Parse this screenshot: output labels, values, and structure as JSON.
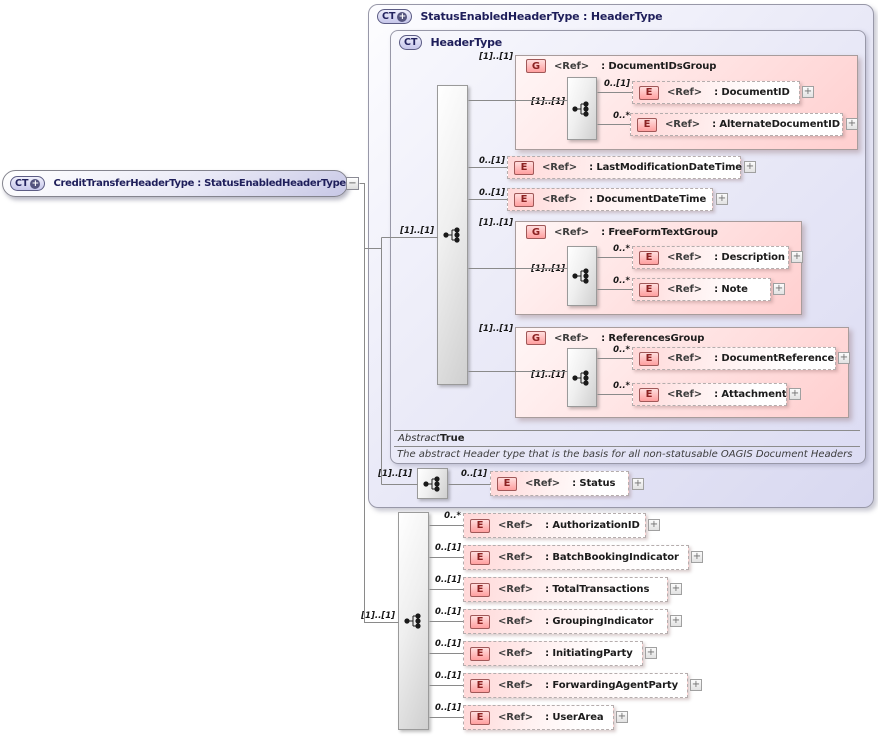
{
  "root": {
    "badge": "CT",
    "plus": "+",
    "title": "CreditTransferHeaderType : StatusEnabledHeaderType",
    "collapse": "−"
  },
  "base": {
    "badge": "CT",
    "plus": "+",
    "title": "StatusEnabledHeaderType : HeaderType",
    "header_type": {
      "badge": "CT",
      "title": "HeaderType",
      "cardinality": "[1]..[1]",
      "abstract_label": "Abstract",
      "abstract_value": "True",
      "note": "The abstract Header type that is the basis for all non-statusable OAGIS Document Headers"
    },
    "status": {
      "cardinality": "[1]..[1]",
      "occurs": "0..[1]",
      "badge": "E",
      "ref": "<Ref>",
      "name": ": Status",
      "expand": "+"
    }
  },
  "groups": {
    "document_ids": {
      "occurs": "[1]..[1]",
      "badge": "G",
      "ref": "<Ref>",
      "name": ": DocumentIDsGroup",
      "cardinality": "[1]..[1]",
      "children": [
        {
          "occurs": "0..[1]",
          "badge": "E",
          "ref": "<Ref>",
          "name": ": DocumentID",
          "expand": "+"
        },
        {
          "occurs": "0..*",
          "badge": "E",
          "ref": "<Ref>",
          "name": ": AlternateDocumentID",
          "expand": "+"
        }
      ]
    },
    "free_form_text": {
      "occurs": "[1]..[1]",
      "badge": "G",
      "ref": "<Ref>",
      "name": ": FreeFormTextGroup",
      "cardinality": "[1]..[1]",
      "children": [
        {
          "occurs": "0..*",
          "badge": "E",
          "ref": "<Ref>",
          "name": ": Description",
          "expand": "+"
        },
        {
          "occurs": "0..*",
          "badge": "E",
          "ref": "<Ref>",
          "name": ": Note",
          "expand": "+"
        }
      ]
    },
    "references": {
      "occurs": "[1]..[1]",
      "badge": "G",
      "ref": "<Ref>",
      "name": ": ReferencesGroup",
      "cardinality": "[1]..[1]",
      "children": [
        {
          "occurs": "0..*",
          "badge": "E",
          "ref": "<Ref>",
          "name": ": DocumentReference",
          "expand": "+"
        },
        {
          "occurs": "0..*",
          "badge": "E",
          "ref": "<Ref>",
          "name": ": Attachment",
          "expand": "+"
        }
      ]
    }
  },
  "header_elements": [
    {
      "occurs": "0..[1]",
      "badge": "E",
      "ref": "<Ref>",
      "name": ": LastModificationDateTime",
      "expand": "+"
    },
    {
      "occurs": "0..[1]",
      "badge": "E",
      "ref": "<Ref>",
      "name": ": DocumentDateTime",
      "expand": "+"
    }
  ],
  "extension": {
    "cardinality": "[1]..[1]",
    "elements": [
      {
        "occurs": "0..*",
        "badge": "E",
        "ref": "<Ref>",
        "name": ": AuthorizationID",
        "expand": "+"
      },
      {
        "occurs": "0..[1]",
        "badge": "E",
        "ref": "<Ref>",
        "name": ": BatchBookingIndicator",
        "expand": "+"
      },
      {
        "occurs": "0..[1]",
        "badge": "E",
        "ref": "<Ref>",
        "name": ": TotalTransactions",
        "expand": "+"
      },
      {
        "occurs": "0..[1]",
        "badge": "E",
        "ref": "<Ref>",
        "name": ": GroupingIndicator",
        "expand": "+"
      },
      {
        "occurs": "0..[1]",
        "badge": "E",
        "ref": "<Ref>",
        "name": ": InitiatingParty",
        "expand": "+"
      },
      {
        "occurs": "0..[1]",
        "badge": "E",
        "ref": "<Ref>",
        "name": ": ForwardingAgentParty",
        "expand": "+"
      },
      {
        "occurs": "0..[1]",
        "badge": "E",
        "ref": "<Ref>",
        "name": ": UserArea",
        "expand": "+"
      }
    ]
  }
}
